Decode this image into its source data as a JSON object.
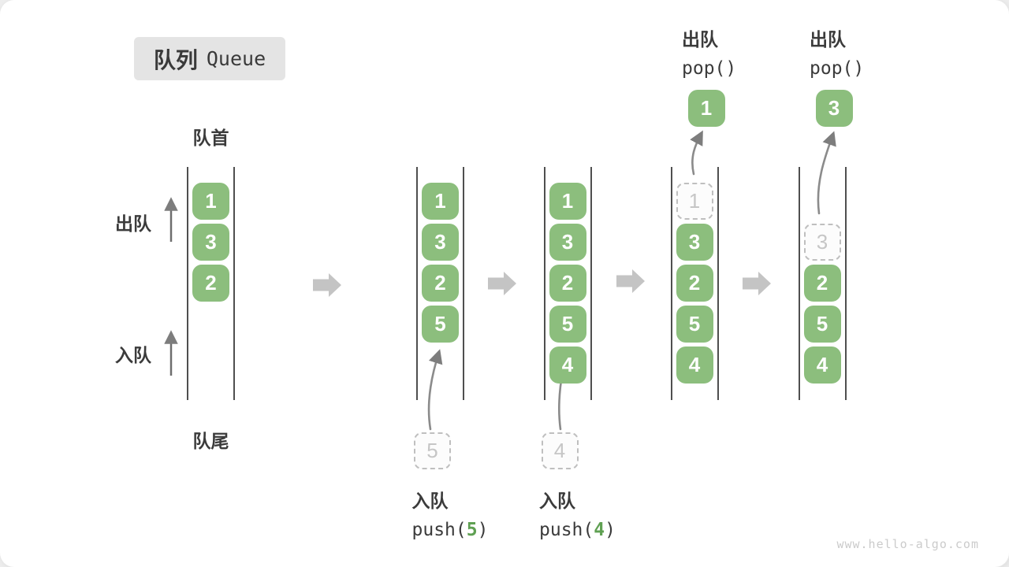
{
  "title": {
    "zh": "队列",
    "en": "Queue"
  },
  "side_labels": {
    "front": "队首",
    "rear": "队尾",
    "dequeue": "出队",
    "enqueue": "入队"
  },
  "watermark": "www.hello-algo.com",
  "colors": {
    "element_green": "#8cbe7d",
    "code_green": "#5fa052",
    "ghost_gray": "#c6c6c6"
  },
  "states": [
    {
      "slots": [
        "1",
        "3",
        "2",
        null,
        null
      ]
    },
    {
      "slots": [
        "1",
        "3",
        "2",
        "5",
        null
      ],
      "push": {
        "ghost_value": "5",
        "action": "入队",
        "code_pre": "push(",
        "code_arg": "5",
        "code_post": ")"
      }
    },
    {
      "slots": [
        "1",
        "3",
        "2",
        "5",
        "4"
      ],
      "push": {
        "ghost_value": "4",
        "action": "入队",
        "code_pre": "push(",
        "code_arg": "4",
        "code_post": ")"
      }
    },
    {
      "slots": [
        {
          "v": "1",
          "ghost": true
        },
        "3",
        "2",
        "5",
        "4"
      ],
      "pop": {
        "value": "1",
        "action": "出队",
        "code": "pop()"
      }
    },
    {
      "slots": [
        null,
        {
          "v": "3",
          "ghost": true
        },
        "2",
        "5",
        "4"
      ],
      "pop": {
        "value": "3",
        "action": "出队",
        "code": "pop()"
      }
    }
  ]
}
